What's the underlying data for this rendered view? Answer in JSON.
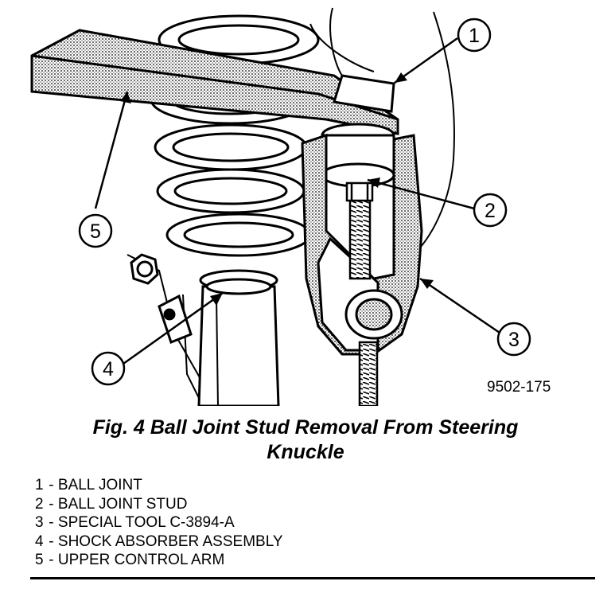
{
  "figure": {
    "id_label": "9502-175",
    "callouts": [
      {
        "number": "1",
        "icon": "callout-circle"
      },
      {
        "number": "2",
        "icon": "callout-circle"
      },
      {
        "number": "3",
        "icon": "callout-circle"
      },
      {
        "number": "4",
        "icon": "callout-circle"
      },
      {
        "number": "5",
        "icon": "callout-circle"
      }
    ]
  },
  "caption": {
    "line1": "Fig. 4 Ball Joint Stud Removal From Steering",
    "line2": "Knuckle"
  },
  "legend": [
    {
      "number": "1",
      "separator": " - ",
      "label": "BALL JOINT"
    },
    {
      "number": "2",
      "separator": " - ",
      "label": "BALL JOINT STUD"
    },
    {
      "number": "3",
      "separator": " - ",
      "label": "SPECIAL TOOL C-3894-A"
    },
    {
      "number": "4",
      "separator": " - ",
      "label": "SHOCK ABSORBER ASSEMBLY"
    },
    {
      "number": "5",
      "separator": " - ",
      "label": "UPPER CONTROL ARM"
    }
  ],
  "colors": {
    "ink": "#000000",
    "paper": "#ffffff",
    "shade": "#9a9a9a"
  }
}
